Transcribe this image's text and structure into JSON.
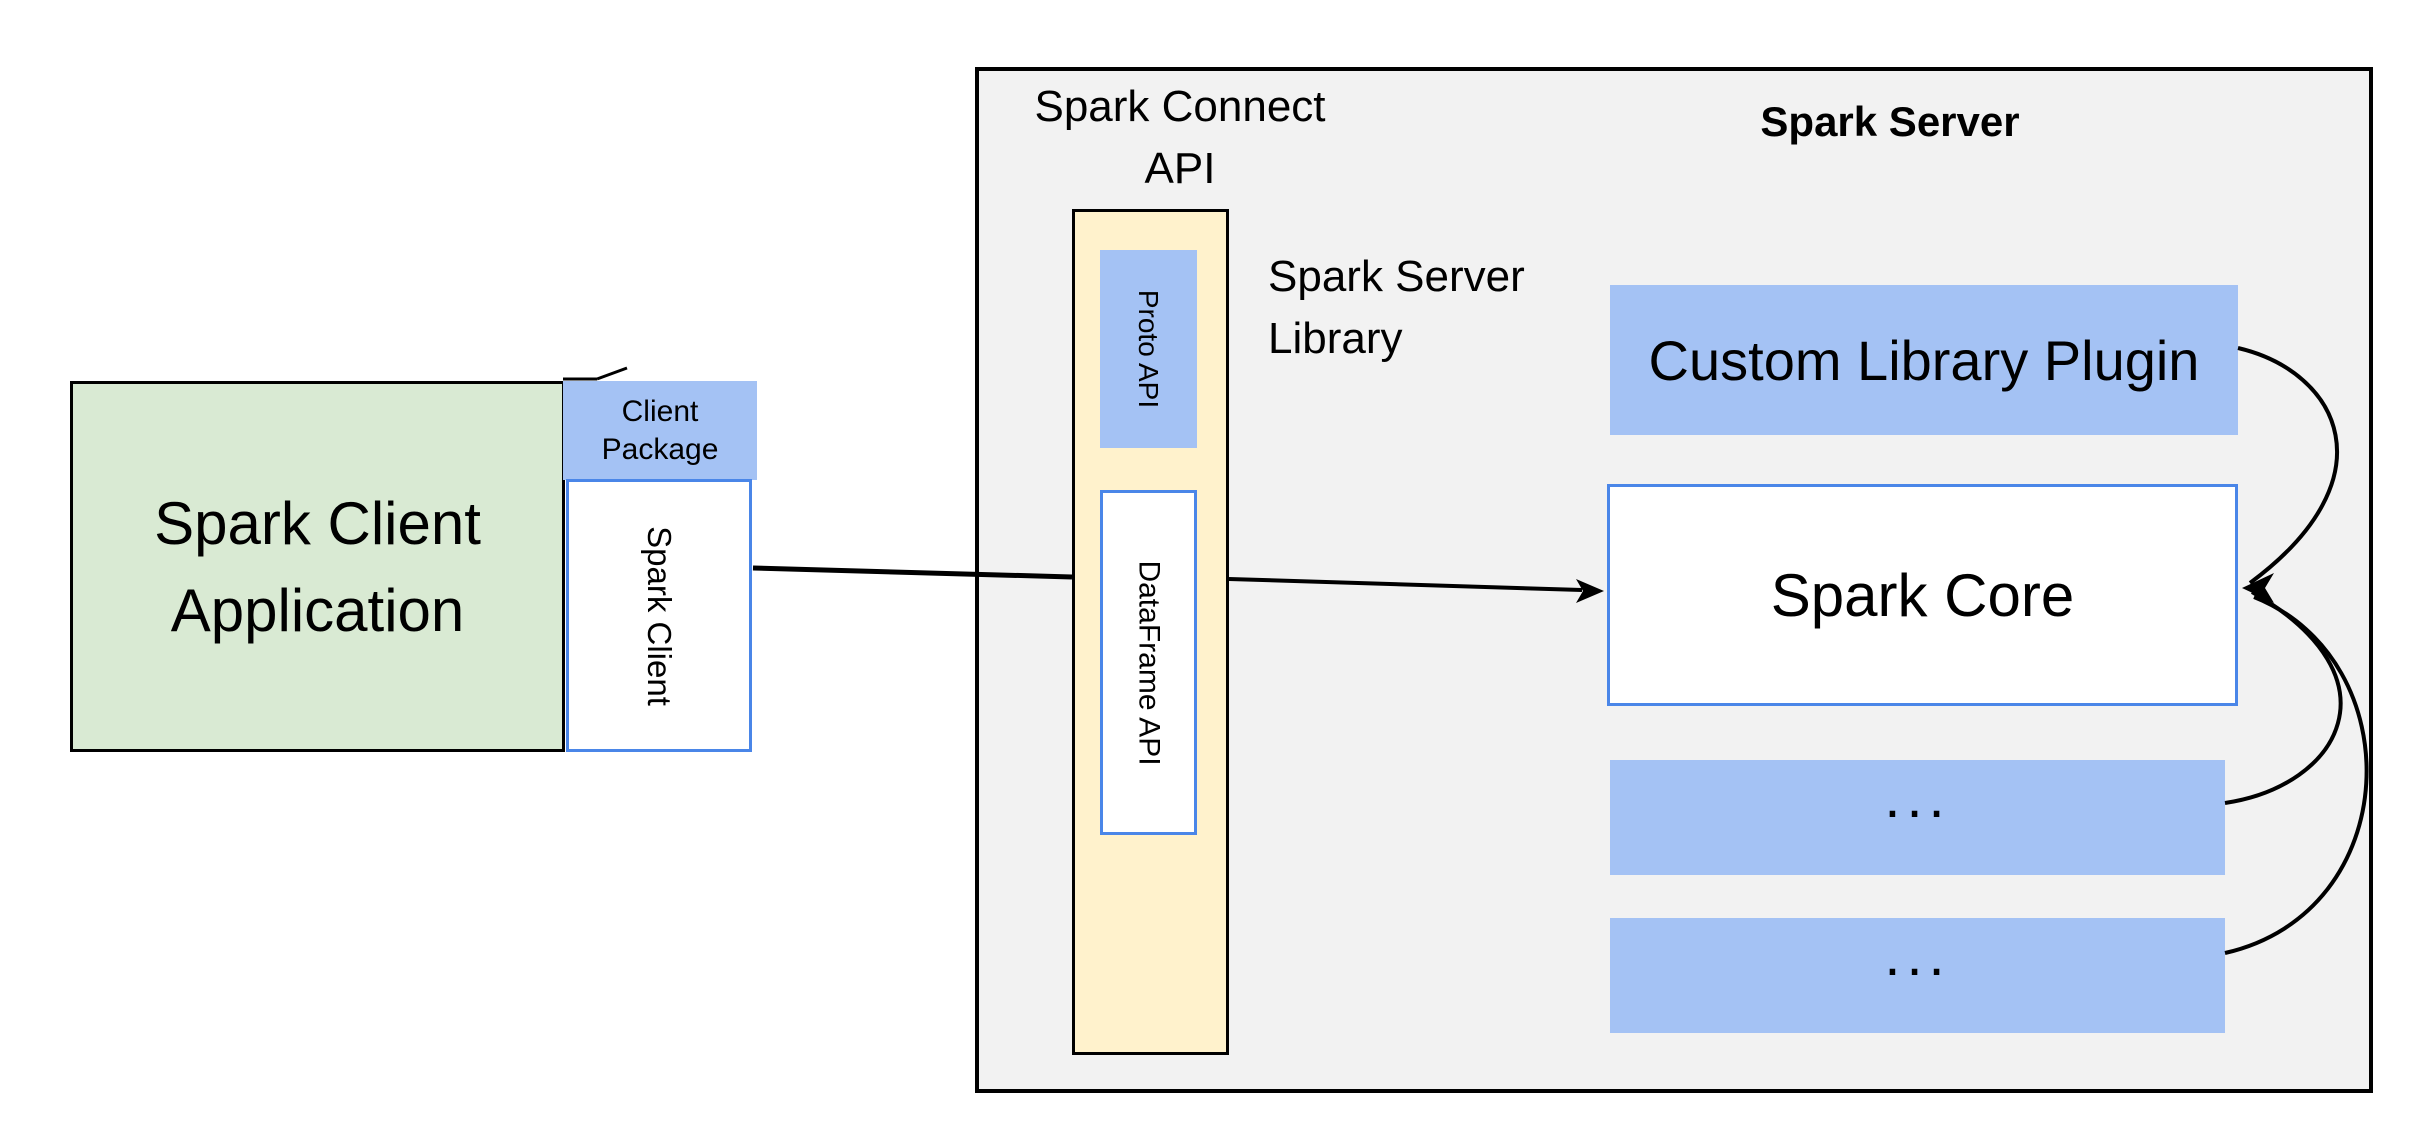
{
  "client_app": {
    "label_line1": "Spark Client",
    "label_line2": "Application",
    "package_line1": "Client",
    "package_line2": "Package",
    "spark_client_label": "Spark Client"
  },
  "connect_api": {
    "title_line1": "Spark Connect",
    "title_line2": "API",
    "proto_label": "Proto API",
    "dataframe_label": "DataFrame API",
    "library_line1": "Spark Server",
    "library_line2": "Library"
  },
  "server": {
    "title": "Spark Server",
    "plugin_label": "Custom Library Plugin",
    "core_label": "Spark Core",
    "more_1": "...",
    "more_2": "..."
  },
  "colors": {
    "green_fill": "#d9ead3",
    "blue_fill": "#a4c2f4",
    "yellow_fill": "#fff2cc",
    "container_fill": "#f2f2f2",
    "blue_border": "#4a86e8",
    "line_color": "#000000"
  }
}
